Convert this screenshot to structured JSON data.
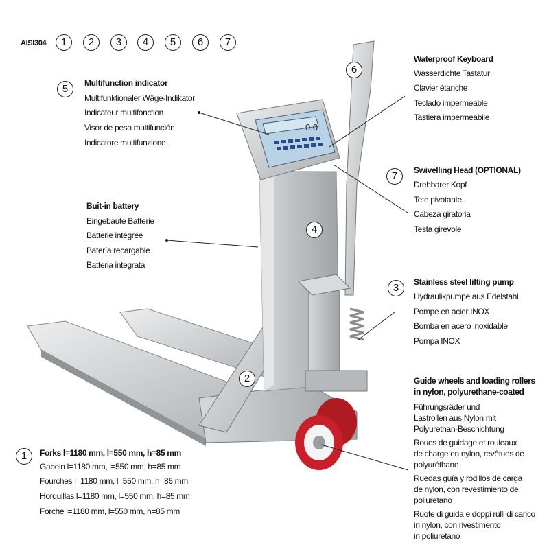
{
  "header": {
    "material": "AISI304",
    "numbers": [
      "1",
      "2",
      "3",
      "4",
      "5",
      "6",
      "7"
    ]
  },
  "callouts": {
    "indicator": {
      "num": "5",
      "title": "Multifunction indicator",
      "lines": [
        "Multifunktionaler Wäge-Indikator",
        "Indicateur multifonction",
        "Visor de peso multifunción",
        "Indicatore multifunzione"
      ]
    },
    "battery": {
      "title": "Buit-in battery",
      "lines": [
        "Eingebaute Batterie",
        "Batterie intégrée",
        "Batería recargable",
        "Batteria integrata"
      ]
    },
    "keyboard": {
      "num": "6",
      "title": "Waterproof Keyboard",
      "lines": [
        "Wasserdichte Tastatur",
        "Clavier étanche",
        "Teclado impermeable",
        "Tastiera impermeabile"
      ]
    },
    "head": {
      "num": "7",
      "title": "Swivelling Head (OPTIONAL)",
      "lines": [
        "Drehbarer Kopf",
        "Tete pivotante",
        "Cabeza giratoria",
        "Testa girevole"
      ]
    },
    "column": {
      "num": "4"
    },
    "pump": {
      "num": "3",
      "title": "Stainless steel lifting pump",
      "lines": [
        "Hydraulikpumpe aus Edelstahl",
        "Pompe en acier INOX",
        "Bomba en acero inoxidable",
        "Pompa INOX"
      ]
    },
    "frame": {
      "num": "2"
    },
    "wheels": {
      "title": [
        "Guide wheels and loading rollers",
        "in nylon, polyurethane-coated"
      ],
      "lines": [
        "Führungsräder und",
        "Lastrollen aus Nylon mit",
        "Polyurethan-Beschichtung",
        "Roues de guidage et rouleaux",
        "de charge en nylon, revêtues de",
        "polyuréthane",
        "Ruedas guía y rodillos de carga",
        "de nylon, con revestimiento de",
        "poliuretano",
        "Ruote di guida e doppi rulli di carico",
        "in nylon, con rivestimento",
        "in poliuretano"
      ]
    },
    "forks": {
      "num": "1",
      "title": "Forks l=1180 mm, l=550 mm, h=85 mm",
      "lines": [
        "Gabeln l=1180 mm, l=550 mm, h=85 mm",
        "Fourches l=1180 mm, l=550 mm, h=85 mm",
        "Horquillas l=1180 mm, l=550 mm, h=85 mm",
        "Forche l=1180 mm, l=550 mm, h=85 mm"
      ]
    }
  },
  "display": {
    "reading": "0.0"
  },
  "colors": {
    "steel": "#c9ccce",
    "wheel": "#c8202a",
    "display": "#b9d3e6"
  }
}
